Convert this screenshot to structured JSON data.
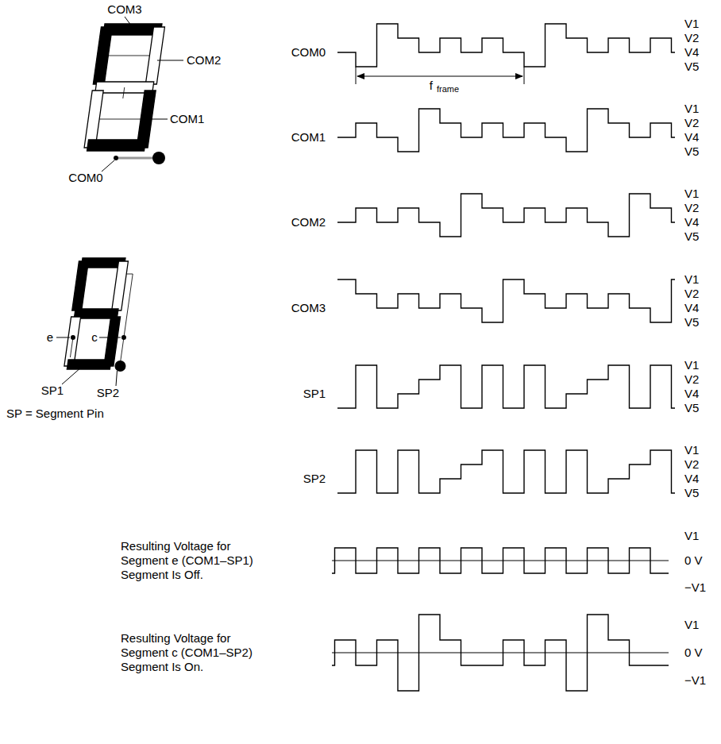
{
  "diagram": {
    "labels": [
      "COM3",
      "COM2",
      "COM1",
      "COM0",
      "e",
      "c",
      "SP1",
      "SP2",
      "SP = Segment Pin",
      "COM0",
      "f",
      "frame",
      "COM1",
      "COM2",
      "COM3",
      "SP1",
      "SP2",
      "Resulting Voltage for Segment e (COM1–SP1) Segment Is Off.",
      "Resulting Voltage for Segment c (COM1–SP2) Segment Is On.",
      "V1",
      "V2",
      "V4",
      "V5",
      "V1",
      "V2",
      "V4",
      "V5",
      "V1",
      "V2",
      "V4",
      "V5",
      "V1",
      "V2",
      "V4",
      "V5",
      "V1",
      "V2",
      "V4",
      "V5",
      "V1",
      "V2",
      "V4",
      "V5",
      "V1",
      "0 V",
      "−V1",
      "V1",
      "0 V",
      "−V1"
    ]
  }
}
